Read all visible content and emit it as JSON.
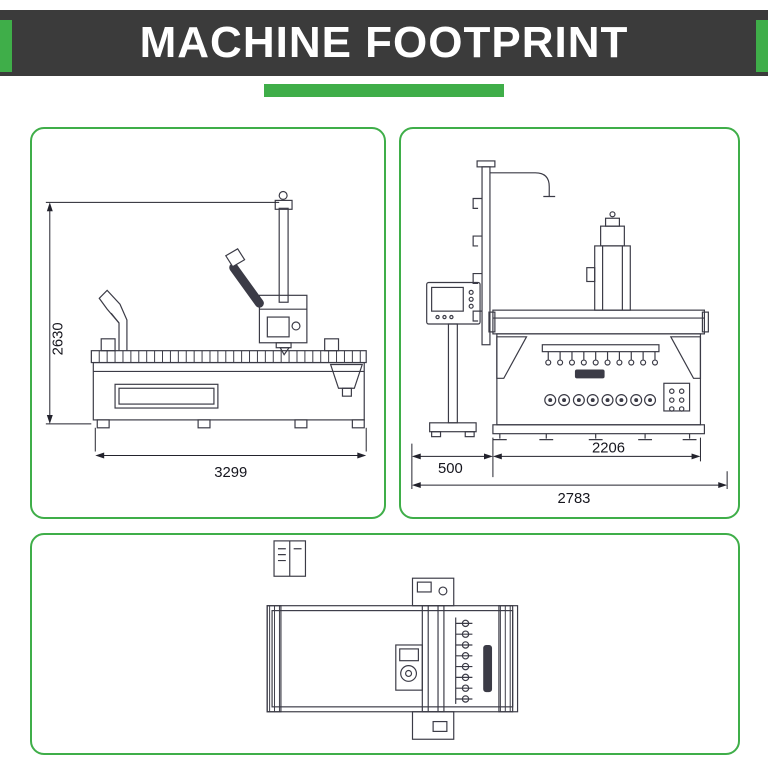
{
  "header": {
    "title": "MACHINE FOOTPRINT"
  },
  "theme": {
    "accent_green": "#3fae49",
    "banner_dark": "#3b3b3b",
    "drawing_line": "#3b3b46",
    "dimension_text": "#15151d"
  },
  "panels": {
    "side_view": {
      "label": "machine side view drawing",
      "dimensions": {
        "height": "2630",
        "length": "3299"
      }
    },
    "front_view": {
      "label": "machine front view drawing",
      "dimensions": {
        "console_offset": "500",
        "body_width": "2206",
        "overall_width": "2783"
      }
    },
    "top_view": {
      "label": "machine top view drawing",
      "dimensions": {}
    }
  }
}
